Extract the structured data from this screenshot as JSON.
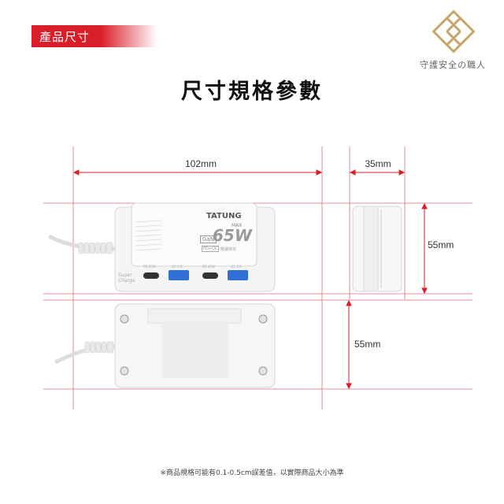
{
  "header": {
    "section_tag": "產品尺寸",
    "title": "尺寸規格參數"
  },
  "brand": {
    "slogan": "守護安全の職人",
    "accent": "#c9a56a"
  },
  "dimensions": {
    "width": "102mm",
    "depth": "35mm",
    "height_top": "55mm",
    "height_bottom": "55mm"
  },
  "product": {
    "brand": "TATUNG",
    "max_label": "MAX",
    "gan_label": "GaN",
    "power": "65W",
    "badge_pd": "PD+QC",
    "badge_text": "極速快充",
    "side_label_1": "Super",
    "side_label_2": "Charge",
    "port_labels": [
      "PD 65W",
      "QC 3.0",
      "PD 45W",
      "QC 3.0"
    ]
  },
  "footnote": "※商品規格可能有0.1-0.5cm誤差值，以實際商品大小為準",
  "colors": {
    "red": "#d91e2a",
    "guide": "#e05a6a"
  }
}
